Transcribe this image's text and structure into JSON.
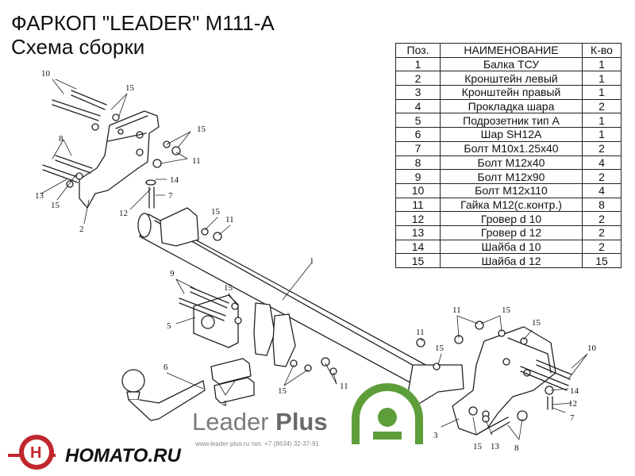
{
  "header": {
    "title": "ФАРКОП \"LEADER\" M111-A",
    "subtitle": "Схема сборки"
  },
  "table": {
    "headers": [
      "Поз.",
      "НАИМЕНОВАНИЕ",
      "К-во"
    ],
    "rows": [
      [
        "1",
        "Балка ТСУ",
        "1"
      ],
      [
        "2",
        "Кронштейн левый",
        "1"
      ],
      [
        "3",
        "Кронштейн правый",
        "1"
      ],
      [
        "4",
        "Прокладка шара",
        "2"
      ],
      [
        "5",
        "Подрозетник тип А",
        "1"
      ],
      [
        "6",
        "Шар SH12A",
        "1"
      ],
      [
        "7",
        "Болт М10х1.25х40",
        "2"
      ],
      [
        "8",
        "Болт М12х40",
        "4"
      ],
      [
        "9",
        "Болт М12х90",
        "2"
      ],
      [
        "10",
        "Болт М12х110",
        "4"
      ],
      [
        "11",
        "Гайка М12(с.контр.)",
        "8"
      ],
      [
        "12",
        "Гровер d 10",
        "2"
      ],
      [
        "13",
        "Гровер d 12",
        "2"
      ],
      [
        "14",
        "Шайба d 10",
        "2"
      ],
      [
        "15",
        "Шайба d 12",
        "15"
      ]
    ]
  },
  "callouts": [
    "10",
    "15",
    "15",
    "8",
    "11",
    "14",
    "13",
    "15",
    "12",
    "7",
    "2",
    "15",
    "11",
    "1",
    "9",
    "15",
    "5",
    "6",
    "4",
    "15",
    "11",
    "11",
    "15",
    "11",
    "15",
    "15",
    "10",
    "14",
    "12",
    "7",
    "3",
    "15",
    "13",
    "8"
  ],
  "brand": {
    "name_regular": "Leader ",
    "name_bold": "Plus",
    "contact": "www.leader-plus.ru   тел. +7 (8634) 32-37-91",
    "shop": "HOMATO.RU",
    "shop_logo_letter": "H",
    "accent_green": "#5e9e3a",
    "accent_red": "#c0272d"
  }
}
